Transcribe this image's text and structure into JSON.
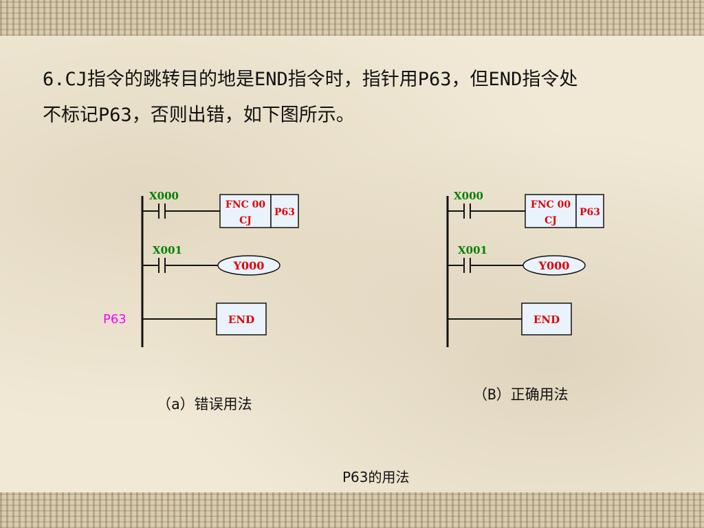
{
  "title_line1": "6.CJ指令的跳转目的地是END指令时，指针用P63，但END指令处",
  "title_line2": "不标记P63，否则出错，如下图所示。",
  "diagram_a": {
    "x000": "X000",
    "fnc_line1": "FNC 00",
    "fnc_line2": "CJ",
    "pointer": "P63",
    "x001": "X001",
    "coil": "Y000",
    "end": "END",
    "label_p63": "P63",
    "caption": "（a）错误用法"
  },
  "diagram_b": {
    "x000": "X000",
    "fnc_line1": "FNC 00",
    "fnc_line2": "CJ",
    "pointer": "P63",
    "x001": "X001",
    "coil": "Y000",
    "end": "END",
    "caption": "（B）正确用法"
  },
  "main_caption": "P63的用法",
  "colors": {
    "contact_label": "#008000",
    "instruction_text": "#e00000",
    "pointer_label": "#ff00ff",
    "box_fill": "#eaf2fb",
    "line": "#111111"
  }
}
